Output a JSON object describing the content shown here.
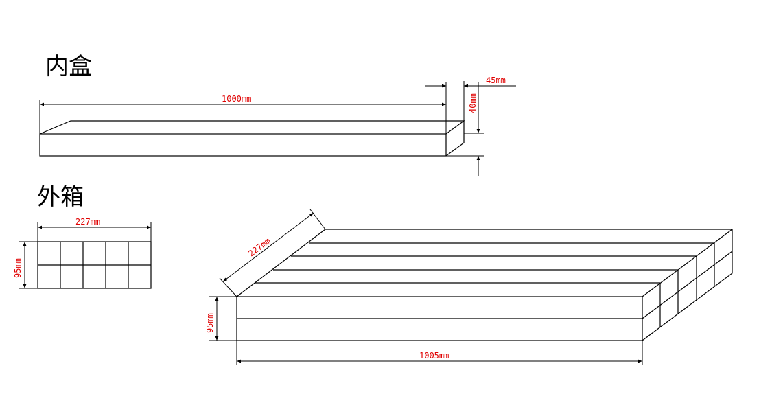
{
  "inner_box": {
    "heading": "内盒",
    "length_label": "1000mm",
    "width_label": "45mm",
    "height_label": "40mm"
  },
  "outer_box": {
    "heading": "外箱",
    "front_width_label": "227mm",
    "front_height_label": "95mm",
    "iso_width_label": "227mm",
    "iso_height_label": "95mm",
    "iso_length_label": "1005mm",
    "front_grid": {
      "rows": 2,
      "cols": 5
    }
  },
  "colors": {
    "line": "#000000",
    "dimension_text": "#e00000"
  }
}
